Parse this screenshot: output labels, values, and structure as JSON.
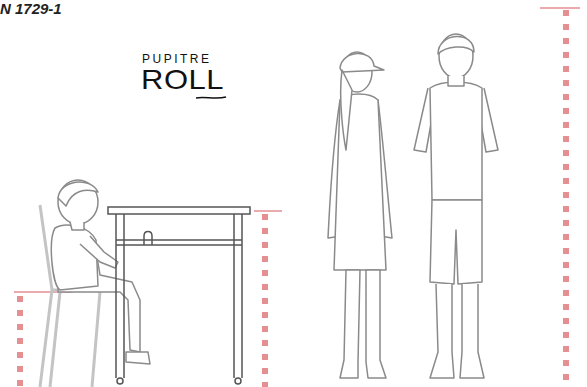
{
  "diagram": {
    "labels": [
      "N 1729-1",
      "PUPITRE",
      "ROLL"
    ]
  }
}
